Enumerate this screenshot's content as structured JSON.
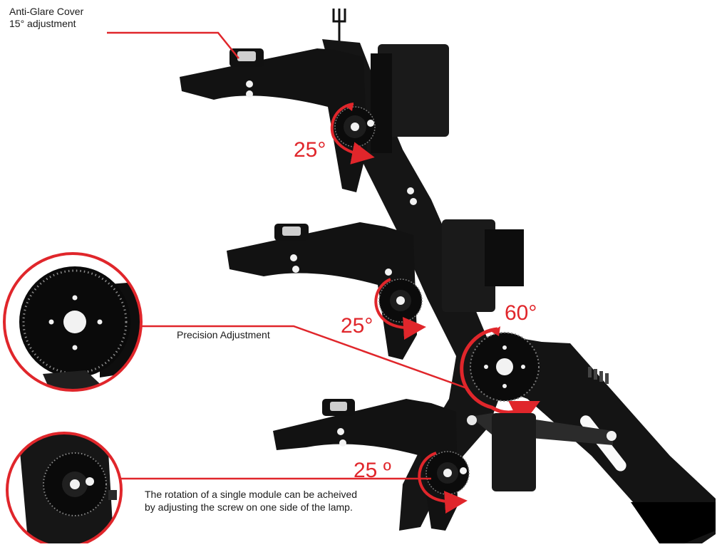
{
  "labels": {
    "anti_glare_line1": "Anti-Glare Cover",
    "anti_glare_line2": "15° adjustment",
    "precision": "Precision Adjustment",
    "rotation_line1": "The rotation of a single module can be acheived",
    "rotation_line2": "by adjusting the screw on one side of the lamp."
  },
  "angles": {
    "top_module": "25°",
    "middle_module": "25°",
    "bottom_module": "25 º",
    "bracket": "60°"
  },
  "colors": {
    "accent": "#e0262b",
    "body": "#111111",
    "text": "#1a1a1a",
    "background": "#ffffff"
  }
}
